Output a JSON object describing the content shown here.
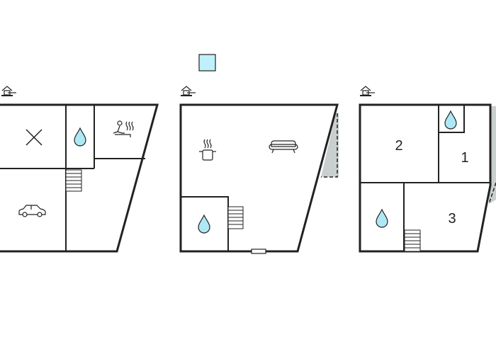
{
  "floorplans": [
    {
      "rooms": [
        {
          "icon": "x-mark-icon"
        },
        {
          "icon": "water-drop-icon"
        },
        {
          "icon": "sauna-icon"
        },
        {
          "icon": "car-icon"
        },
        {
          "icon": "stairs-icon"
        }
      ]
    },
    {
      "rooms": [
        {
          "icon": "cooking-pot-icon"
        },
        {
          "icon": "sofa-icon"
        },
        {
          "icon": "water-drop-icon"
        },
        {
          "icon": "stairs-icon"
        },
        {
          "icon": "window-icon"
        }
      ]
    },
    {
      "rooms": [
        {
          "label": "2"
        },
        {
          "icon": "water-drop-icon"
        },
        {
          "label": "1"
        },
        {
          "icon": "water-drop-icon"
        },
        {
          "label": "3"
        },
        {
          "icon": "stairs-icon"
        }
      ]
    }
  ],
  "legend": {
    "icon": "pool-square-icon",
    "color": "#bff0fb"
  },
  "entrance_icon": "house-entrance-icon",
  "colors": {
    "wall": "#222222",
    "water": "#aee8f5",
    "balcony": "#c9cfcf"
  }
}
